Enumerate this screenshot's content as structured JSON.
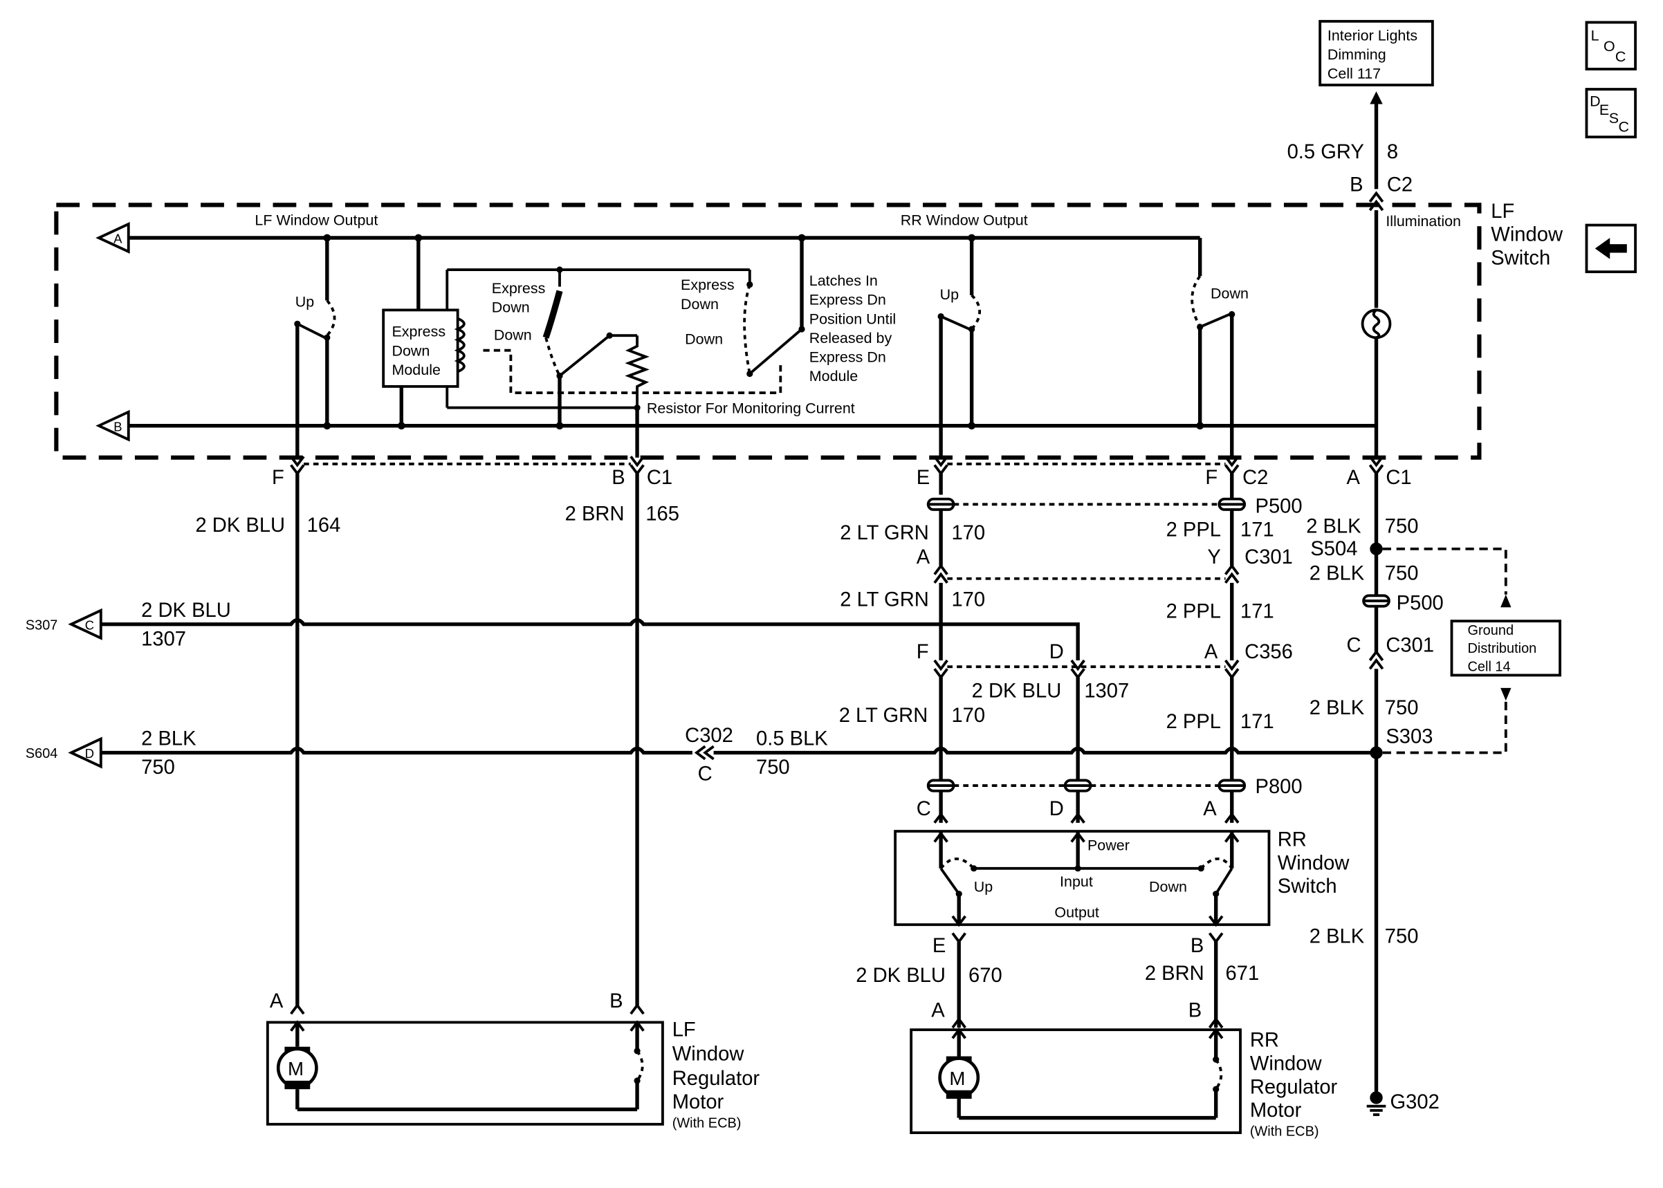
{
  "title_boxes": {
    "interior_lights": [
      "Interior Lights",
      "Dimming",
      "Cell 117"
    ],
    "ground_distribution": [
      "Ground",
      "Distribution",
      "Cell 14"
    ],
    "loc_icon": [
      "L",
      "O",
      "C"
    ],
    "desc_icon": [
      "D",
      "E",
      "S",
      "C"
    ]
  },
  "lf_switch": {
    "name": [
      "LF",
      "Window",
      "Switch"
    ],
    "lf_window_output": "LF Window Output",
    "rr_window_output": "RR Window Output",
    "illumination": "Illumination",
    "up_left": "Up",
    "up_right": "Up",
    "down_right": "Down",
    "express_down_module": [
      "Express",
      "Down",
      "Module"
    ],
    "express_down_1": [
      "Express",
      "Down"
    ],
    "express_down_2": [
      "Express",
      "Down"
    ],
    "down_1": "Down",
    "down_2": "Down",
    "latches_note": [
      "Latches In",
      "Express Dn",
      "Position Until",
      "Released by",
      "Express Dn",
      "Module"
    ],
    "resistor_note": "Resistor For Monitoring Current",
    "connector_a": "A",
    "connector_b": "B"
  },
  "top_wire": {
    "gauge_color": "0.5 GRY",
    "circuit": "8",
    "pin": "B",
    "connector": "C2"
  },
  "c1_left": {
    "pin_f": "F",
    "pin_b": "B",
    "connector": "C1"
  },
  "c2_mid": {
    "pin_e": "E",
    "pin_f": "F",
    "connector": "C2"
  },
  "c1_right": {
    "pin_a": "A",
    "connector": "C1"
  },
  "wires": {
    "lf_dk_blu": {
      "gauge_color": "2 DK BLU",
      "circuit": "164"
    },
    "lf_brn": {
      "gauge_color": "2 BRN",
      "circuit": "165"
    },
    "lt_grn_1": {
      "gauge_color": "2 LT GRN",
      "circuit": "170"
    },
    "ppl_1": {
      "gauge_color": "2 PPL",
      "circuit": "171"
    },
    "blk_1": {
      "gauge_color": "2 BLK",
      "circuit": "750"
    },
    "blk_2": {
      "gauge_color": "2 BLK",
      "circuit": "750"
    },
    "lt_grn_2": {
      "gauge_color": "2 LT GRN",
      "circuit": "170"
    },
    "ppl_2": {
      "gauge_color": "2 PPL",
      "circuit": "171"
    },
    "dk_blu_1307": {
      "gauge_color": "2 DK BLU",
      "circuit": "1307"
    },
    "lt_grn_3": {
      "gauge_color": "2 LT GRN",
      "circuit": "170"
    },
    "ppl_3": {
      "gauge_color": "2 PPL",
      "circuit": "171"
    },
    "blk_3": {
      "gauge_color": "2 BLK",
      "circuit": "750"
    },
    "s307_wire": {
      "gauge_color": "2 DK BLU",
      "circuit": "1307"
    },
    "s604_wire": {
      "gauge_color": "2 BLK",
      "circuit": "750"
    },
    "blk_05": {
      "gauge_color": "0.5 BLK",
      "circuit": "750"
    },
    "rr_dk_blu": {
      "gauge_color": "2 DK BLU",
      "circuit": "670"
    },
    "rr_brn": {
      "gauge_color": "2 BRN",
      "circuit": "671"
    },
    "blk_4": {
      "gauge_color": "2 BLK",
      "circuit": "750"
    }
  },
  "connectors": {
    "p500_top": "P500",
    "c301_a": "A",
    "c301_y": "Y",
    "c301_top": "C301",
    "s504": "S504",
    "p500_right": "P500",
    "c301_c": "C",
    "c301_right": "C301",
    "c356_f": "F",
    "c356_d": "D",
    "c356_a": "A",
    "c356": "C356",
    "s303": "S303",
    "c302": "C302",
    "c302_pin": "C",
    "p800": "P800",
    "p800_c": "C",
    "p800_d": "D",
    "p800_a": "A",
    "rr_sw_e": "E",
    "rr_sw_b": "B",
    "rr_motor_a": "A",
    "rr_motor_b": "B",
    "lf_motor_a": "A",
    "lf_motor_b": "B",
    "g302": "G302",
    "s307": "S307",
    "s307_pin": "C",
    "s604": "S604",
    "s604_pin": "D"
  },
  "rr_switch": {
    "name": [
      "RR",
      "Window",
      "Switch"
    ],
    "power": "Power",
    "input": "Input",
    "up": "Up",
    "down": "Down",
    "output": "Output"
  },
  "lf_motor": {
    "name": [
      "LF",
      "Window",
      "Regulator",
      "Motor"
    ],
    "note": "(With ECB)",
    "symbol": "M"
  },
  "rr_motor": {
    "name": [
      "RR",
      "Window",
      "Regulator",
      "Motor"
    ],
    "note": "(With ECB)",
    "symbol": "M"
  }
}
